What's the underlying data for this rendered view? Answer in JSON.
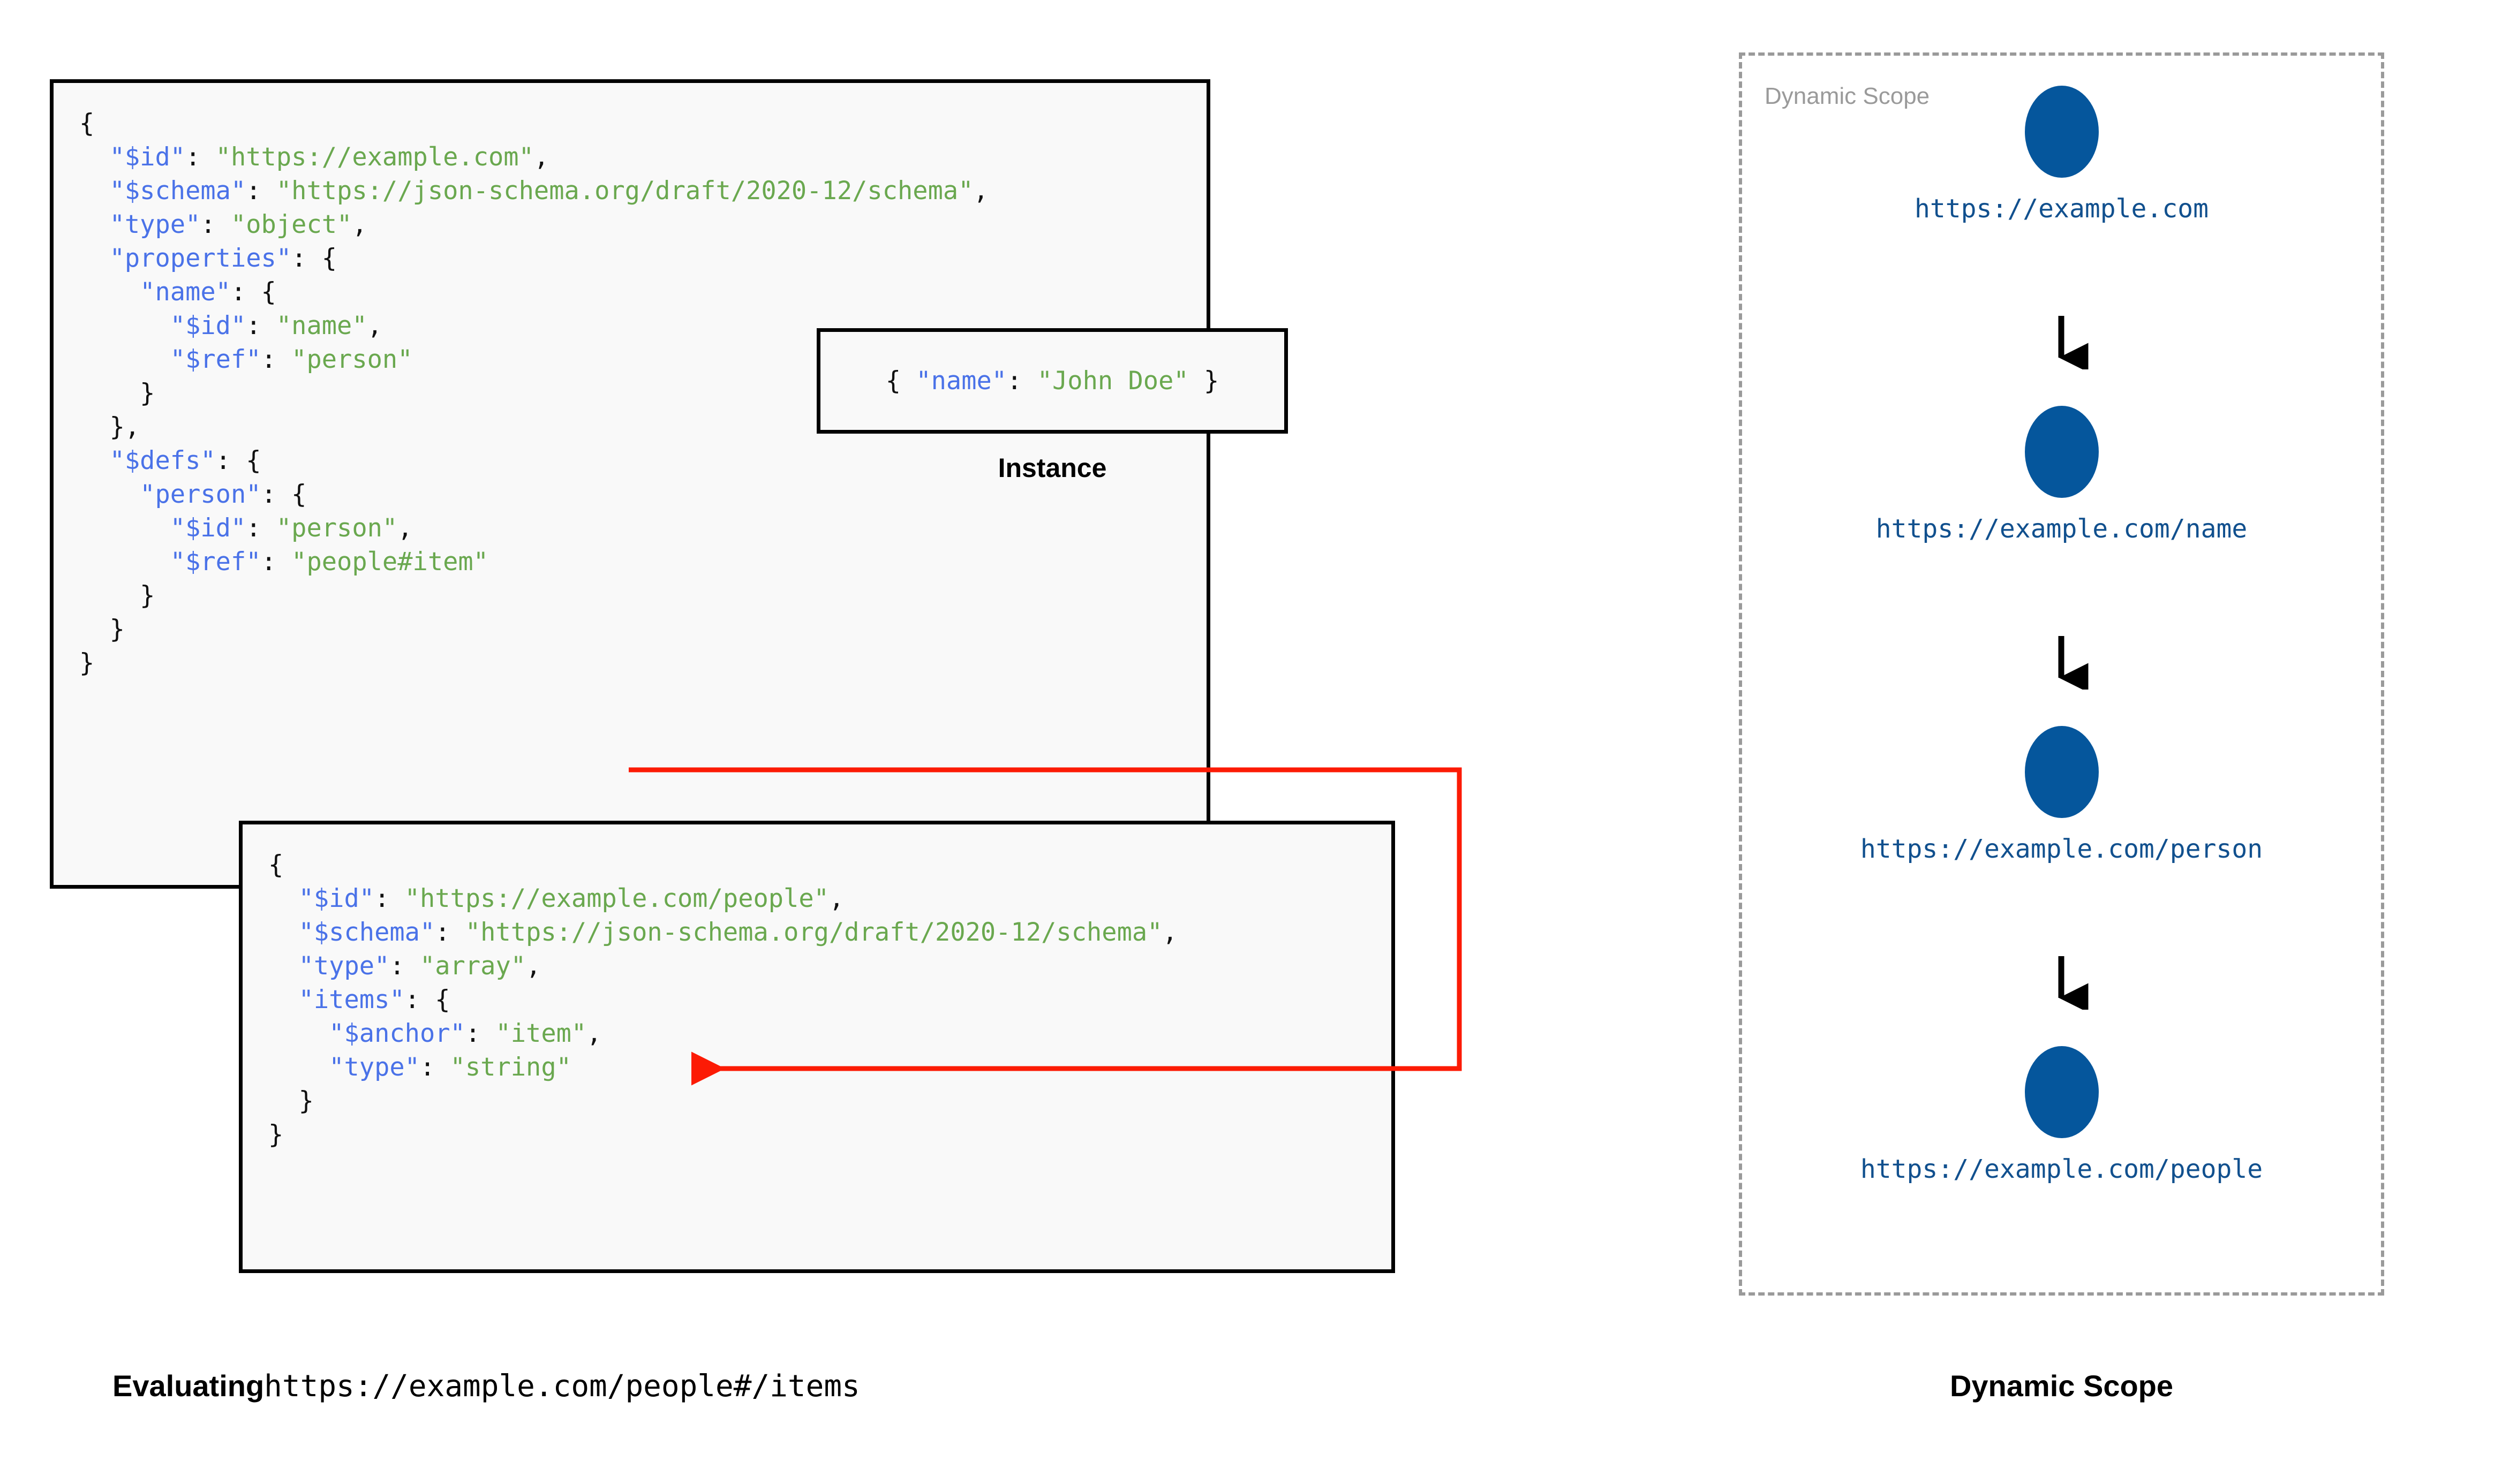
{
  "left_panel": {
    "schema_box": {
      "name": "root-schema",
      "lines": [
        {
          "segments": [
            {
              "t": "{",
              "c": "p"
            }
          ]
        },
        {
          "segments": [
            {
              "t": "  ",
              "c": "p"
            },
            {
              "t": "\"$id\"",
              "c": "k"
            },
            {
              "t": ": ",
              "c": "p"
            },
            {
              "t": "\"https://example.com\"",
              "c": "s"
            },
            {
              "t": ",",
              "c": "p"
            }
          ]
        },
        {
          "segments": [
            {
              "t": "  ",
              "c": "p"
            },
            {
              "t": "\"$schema\"",
              "c": "k"
            },
            {
              "t": ": ",
              "c": "p"
            },
            {
              "t": "\"https://json-schema.org/draft/2020-12/schema\"",
              "c": "s"
            },
            {
              "t": ",",
              "c": "p"
            }
          ]
        },
        {
          "segments": [
            {
              "t": "  ",
              "c": "p"
            },
            {
              "t": "\"type\"",
              "c": "k"
            },
            {
              "t": ": ",
              "c": "p"
            },
            {
              "t": "\"object\"",
              "c": "s"
            },
            {
              "t": ",",
              "c": "p"
            }
          ]
        },
        {
          "segments": [
            {
              "t": "  ",
              "c": "p"
            },
            {
              "t": "\"properties\"",
              "c": "k"
            },
            {
              "t": ": {",
              "c": "p"
            }
          ]
        },
        {
          "segments": [
            {
              "t": "    ",
              "c": "p"
            },
            {
              "t": "\"name\"",
              "c": "k"
            },
            {
              "t": ": {",
              "c": "p"
            }
          ]
        },
        {
          "segments": [
            {
              "t": "      ",
              "c": "p"
            },
            {
              "t": "\"$id\"",
              "c": "k"
            },
            {
              "t": ": ",
              "c": "p"
            },
            {
              "t": "\"name\"",
              "c": "s"
            },
            {
              "t": ",",
              "c": "p"
            }
          ]
        },
        {
          "segments": [
            {
              "t": "      ",
              "c": "p"
            },
            {
              "t": "\"$ref\"",
              "c": "k"
            },
            {
              "t": ": ",
              "c": "p"
            },
            {
              "t": "\"person\"",
              "c": "s"
            }
          ]
        },
        {
          "segments": [
            {
              "t": "    }",
              "c": "p"
            }
          ]
        },
        {
          "segments": [
            {
              "t": "  },",
              "c": "p"
            }
          ]
        },
        {
          "segments": [
            {
              "t": "  ",
              "c": "p"
            },
            {
              "t": "\"$defs\"",
              "c": "k"
            },
            {
              "t": ": {",
              "c": "p"
            }
          ]
        },
        {
          "segments": [
            {
              "t": "    ",
              "c": "p"
            },
            {
              "t": "\"person\"",
              "c": "k"
            },
            {
              "t": ": {",
              "c": "p"
            }
          ]
        },
        {
          "segments": [
            {
              "t": "      ",
              "c": "p"
            },
            {
              "t": "\"$id\"",
              "c": "k"
            },
            {
              "t": ": ",
              "c": "p"
            },
            {
              "t": "\"person\"",
              "c": "s"
            },
            {
              "t": ",",
              "c": "p"
            }
          ]
        },
        {
          "segments": [
            {
              "t": "      ",
              "c": "p"
            },
            {
              "t": "\"$ref\"",
              "c": "k"
            },
            {
              "t": ": ",
              "c": "p"
            },
            {
              "t": "\"people#item\"",
              "c": "s"
            }
          ]
        },
        {
          "segments": [
            {
              "t": "    }",
              "c": "p"
            }
          ]
        },
        {
          "segments": [
            {
              "t": "  }",
              "c": "p"
            }
          ]
        },
        {
          "segments": [
            {
              "t": "}",
              "c": "p"
            }
          ]
        }
      ]
    },
    "instance_box": {
      "name": "instance",
      "lines": [
        {
          "segments": [
            {
              "t": "{ ",
              "c": "p"
            },
            {
              "t": "\"name\"",
              "c": "k"
            },
            {
              "t": ": ",
              "c": "p"
            },
            {
              "t": "\"John Doe\"",
              "c": "s"
            },
            {
              "t": " }",
              "c": "p"
            }
          ]
        }
      ]
    },
    "instance_caption": "Instance",
    "people_box": {
      "name": "people-schema",
      "lines": [
        {
          "segments": [
            {
              "t": "{",
              "c": "p"
            }
          ]
        },
        {
          "segments": [
            {
              "t": "  ",
              "c": "p"
            },
            {
              "t": "\"$id\"",
              "c": "k"
            },
            {
              "t": ": ",
              "c": "p"
            },
            {
              "t": "\"https://example.com/people\"",
              "c": "s"
            },
            {
              "t": ",",
              "c": "p"
            }
          ]
        },
        {
          "segments": [
            {
              "t": "  ",
              "c": "p"
            },
            {
              "t": "\"$schema\"",
              "c": "k"
            },
            {
              "t": ": ",
              "c": "p"
            },
            {
              "t": "\"https://json-schema.org/draft/2020-12/schema\"",
              "c": "s"
            },
            {
              "t": ",",
              "c": "p"
            }
          ]
        },
        {
          "segments": [
            {
              "t": "  ",
              "c": "p"
            },
            {
              "t": "\"type\"",
              "c": "k"
            },
            {
              "t": ": ",
              "c": "p"
            },
            {
              "t": "\"array\"",
              "c": "s"
            },
            {
              "t": ",",
              "c": "p"
            }
          ]
        },
        {
          "segments": [
            {
              "t": "  ",
              "c": "p"
            },
            {
              "t": "\"items\"",
              "c": "k"
            },
            {
              "t": ": {",
              "c": "p"
            }
          ]
        },
        {
          "segments": [
            {
              "t": "    ",
              "c": "p"
            },
            {
              "t": "\"$anchor\"",
              "c": "k"
            },
            {
              "t": ": ",
              "c": "p"
            },
            {
              "t": "\"item\"",
              "c": "s"
            },
            {
              "t": ",",
              "c": "p"
            }
          ]
        },
        {
          "segments": [
            {
              "t": "    ",
              "c": "p"
            },
            {
              "t": "\"type\"",
              "c": "k"
            },
            {
              "t": ": ",
              "c": "p"
            },
            {
              "t": "\"string\"",
              "c": "s"
            }
          ]
        },
        {
          "segments": [
            {
              "t": "  }",
              "c": "p"
            }
          ]
        },
        {
          "segments": [
            {
              "t": "}",
              "c": "p"
            }
          ]
        }
      ]
    },
    "ref_arrow_color": "#fc1b05",
    "caption_bold": "Evaluating",
    "caption_mono": "https://example.com/people#/items"
  },
  "right_panel": {
    "scope_label": "Dynamic Scope",
    "caption": "Dynamic Scope",
    "node_color": "#05569c",
    "label_color": "#11508e",
    "border_color": "#9a9a9a",
    "nodes": [
      {
        "label": "https://example.com"
      },
      {
        "label": "https://example.com/name"
      },
      {
        "label": "https://example.com/person"
      },
      {
        "label": "https://example.com/people"
      }
    ]
  },
  "colors": {
    "key": "#4a72e8",
    "string": "#6aa84f",
    "punct": "#111111",
    "box_bg": "#f9f9f9",
    "box_border": "#000000"
  }
}
